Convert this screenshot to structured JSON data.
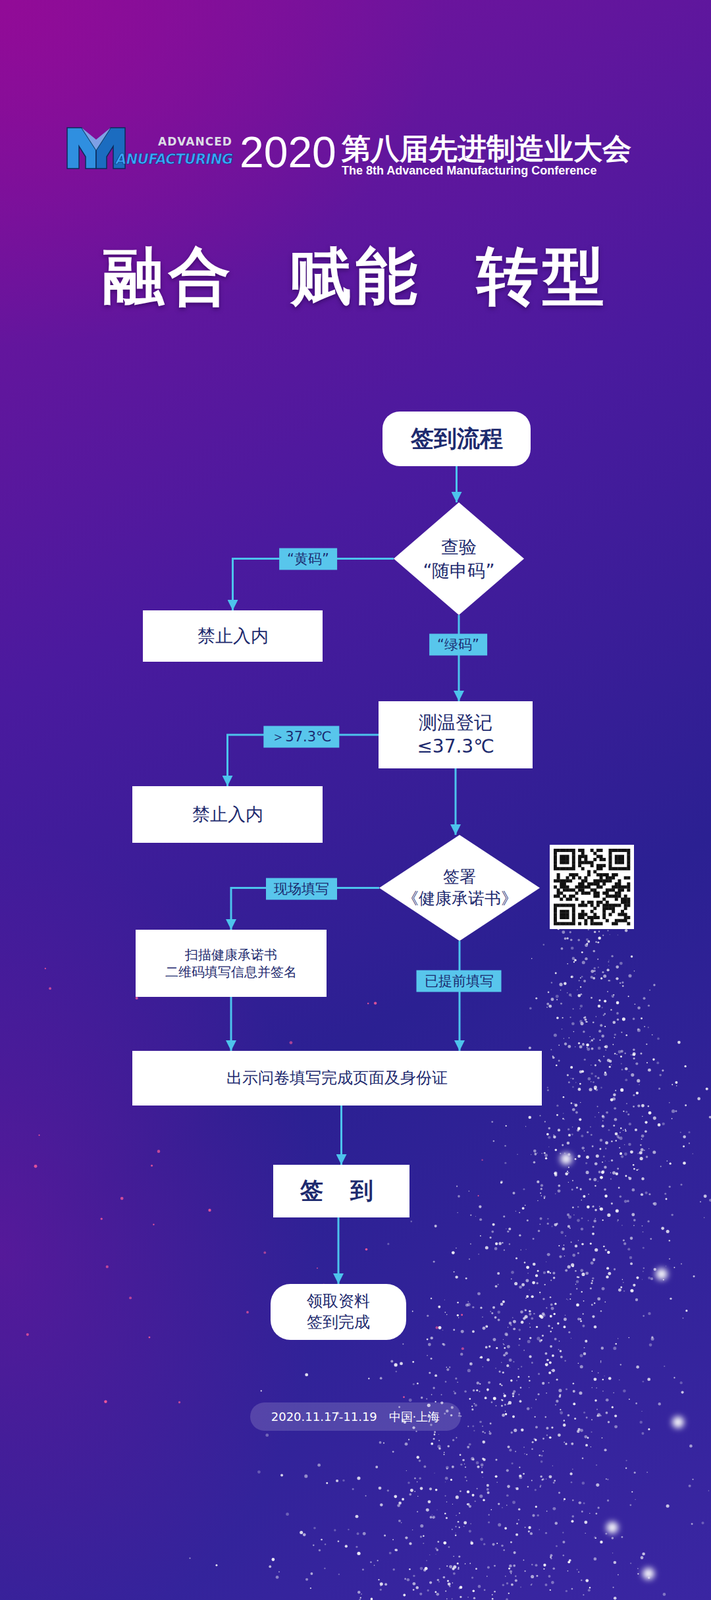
{
  "diagram": {
    "title": "第八届先进制造业大会",
    "nodes": [
      {
        "text": [
          "签到流程"
        ]
      },
      {
        "text": [
          "查验 “随申码”"
        ]
      },
      {
        "text": [
          "禁止入内"
        ]
      },
      {
        "text": [
          "测温登记 ≤37.3℃"
        ]
      },
      {
        "text": [
          "禁止入内"
        ]
      },
      {
        "text": [
          "签署 《健康承诺书》"
        ]
      },
      {
        "text": [
          "扫描健康承诺书 二维码填写信息并签名"
        ]
      },
      {
        "text": [
          "出示问卷填写完成页面及身份证"
        ]
      },
      {
        "text": [
          "签 到"
        ]
      },
      {
        "text": [
          "领取资料 签到完成"
        ]
      }
    ],
    "edges": [
      {
        "from": 0,
        "to": 1,
        "arrow": "to"
      },
      {
        "from": 1,
        "to": 2,
        "label": "“黄码”",
        "arrow": "to"
      },
      {
        "from": 1,
        "to": 3,
        "label": "“绿码”",
        "arrow": "to"
      },
      {
        "from": 3,
        "to": 4,
        "label": "＞37.3℃",
        "arrow": "to"
      },
      {
        "from": 3,
        "to": 5,
        "arrow": "to"
      },
      {
        "from": 5,
        "to": 6,
        "label": "现场填写",
        "arrow": "to"
      },
      {
        "from": 5,
        "to": 7,
        "label": "已提前填写",
        "arrow": "to"
      },
      {
        "from": 6,
        "to": 7,
        "arrow": "to"
      },
      {
        "from": 7,
        "to": 8,
        "arrow": "to"
      },
      {
        "from": 8,
        "to": 9,
        "arrow": "to"
      }
    ],
    "labels": [
      "ADVANCED",
      "ANUFACTURING",
      "2020",
      "The 8th Advanced Manufacturing Conference",
      "融合 赋能 转型",
      "2020.11.17-11.19 中国·上海"
    ]
  }
}
